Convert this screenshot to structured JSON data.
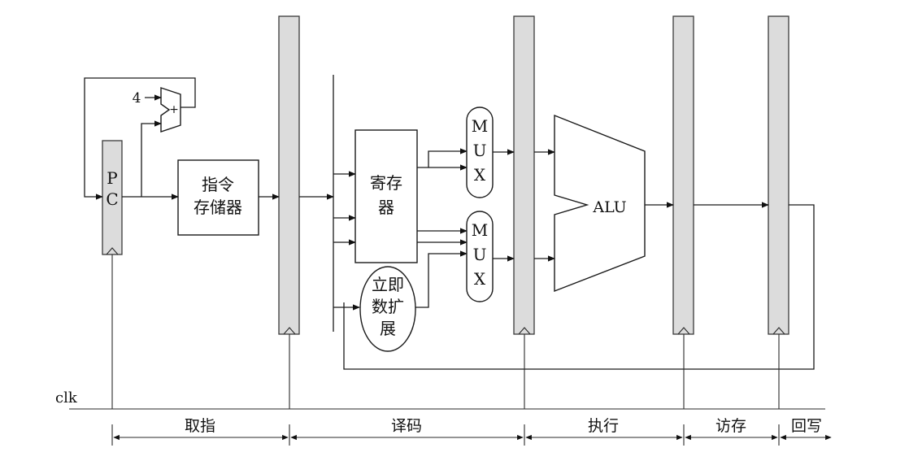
{
  "pc": {
    "line1": "P",
    "line2": "C"
  },
  "adder": {
    "const_label": "4",
    "op_label": "+"
  },
  "instruction_memory": {
    "line1": "指令",
    "line2": "存储器"
  },
  "register_file": {
    "line1": "寄存",
    "line2": "器"
  },
  "immediate_extend": {
    "line1": "立即",
    "line2": "数扩",
    "line3": "展"
  },
  "mux_top": {
    "c1": "M",
    "c2": "U",
    "c3": "X"
  },
  "mux_bottom": {
    "c1": "M",
    "c2": "U",
    "c3": "X"
  },
  "alu": {
    "label": "ALU"
  },
  "clock": {
    "label": "clk"
  },
  "stages": [
    "取指",
    "译码",
    "执行",
    "访存",
    "回写"
  ]
}
